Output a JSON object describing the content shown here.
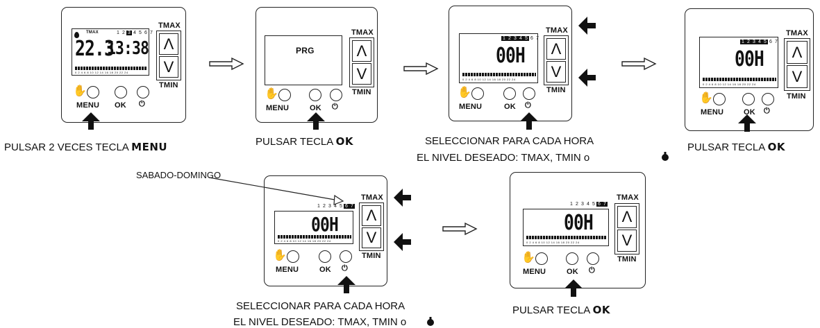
{
  "panels": {
    "tmax_label": "TMAX",
    "tmin_label": "TMIN",
    "menu_label": "MENU",
    "ok_label": "OK",
    "up_glyph": "Λ",
    "down_glyph": "V"
  },
  "panel1": {
    "tmax_small": "TMAX",
    "days": [
      "1",
      "2",
      "3",
      "4",
      "5",
      "6",
      "7"
    ],
    "highlighted_day": "3",
    "temperature": "22.3",
    "time": "13:38"
  },
  "panel2": {
    "screen_text": "PRG"
  },
  "panel3": {
    "days": [
      "1",
      "2",
      "3",
      "4",
      "5",
      "6",
      "7"
    ],
    "hour": "00H"
  },
  "panel4": {
    "days": [
      "1",
      "2",
      "3",
      "4",
      "5",
      "6",
      "7"
    ],
    "hour": "00H"
  },
  "panel5": {
    "days": [
      "1",
      "2",
      "3",
      "4",
      "5",
      "6",
      "7"
    ],
    "hour": "00H"
  },
  "panel6": {
    "days": [
      "1",
      "2",
      "3",
      "4",
      "5",
      "6",
      "7"
    ],
    "hour": "00H"
  },
  "captions": {
    "c1_text": "PULSAR 2 VECES TECLA ",
    "c1_bold": "MENU",
    "c2_text": "PULSAR TECLA ",
    "c2_bold": "OK",
    "c3_line1": "SELECCIONAR PARA CADA HORA",
    "c3_line2": "EL NIVEL DESEADO: TMAX, TMIN o",
    "c4_text": "PULSAR TECLA ",
    "c4_bold": "OK",
    "c5_line1": "SELECCIONAR PARA CADA HORA",
    "c5_line2": "EL NIVEL DESEADO: TMAX, TMIN o",
    "c6_text": "PULSAR TECLA ",
    "c6_bold": "OK",
    "weekend_note": "SABADO-DOMINGO"
  }
}
